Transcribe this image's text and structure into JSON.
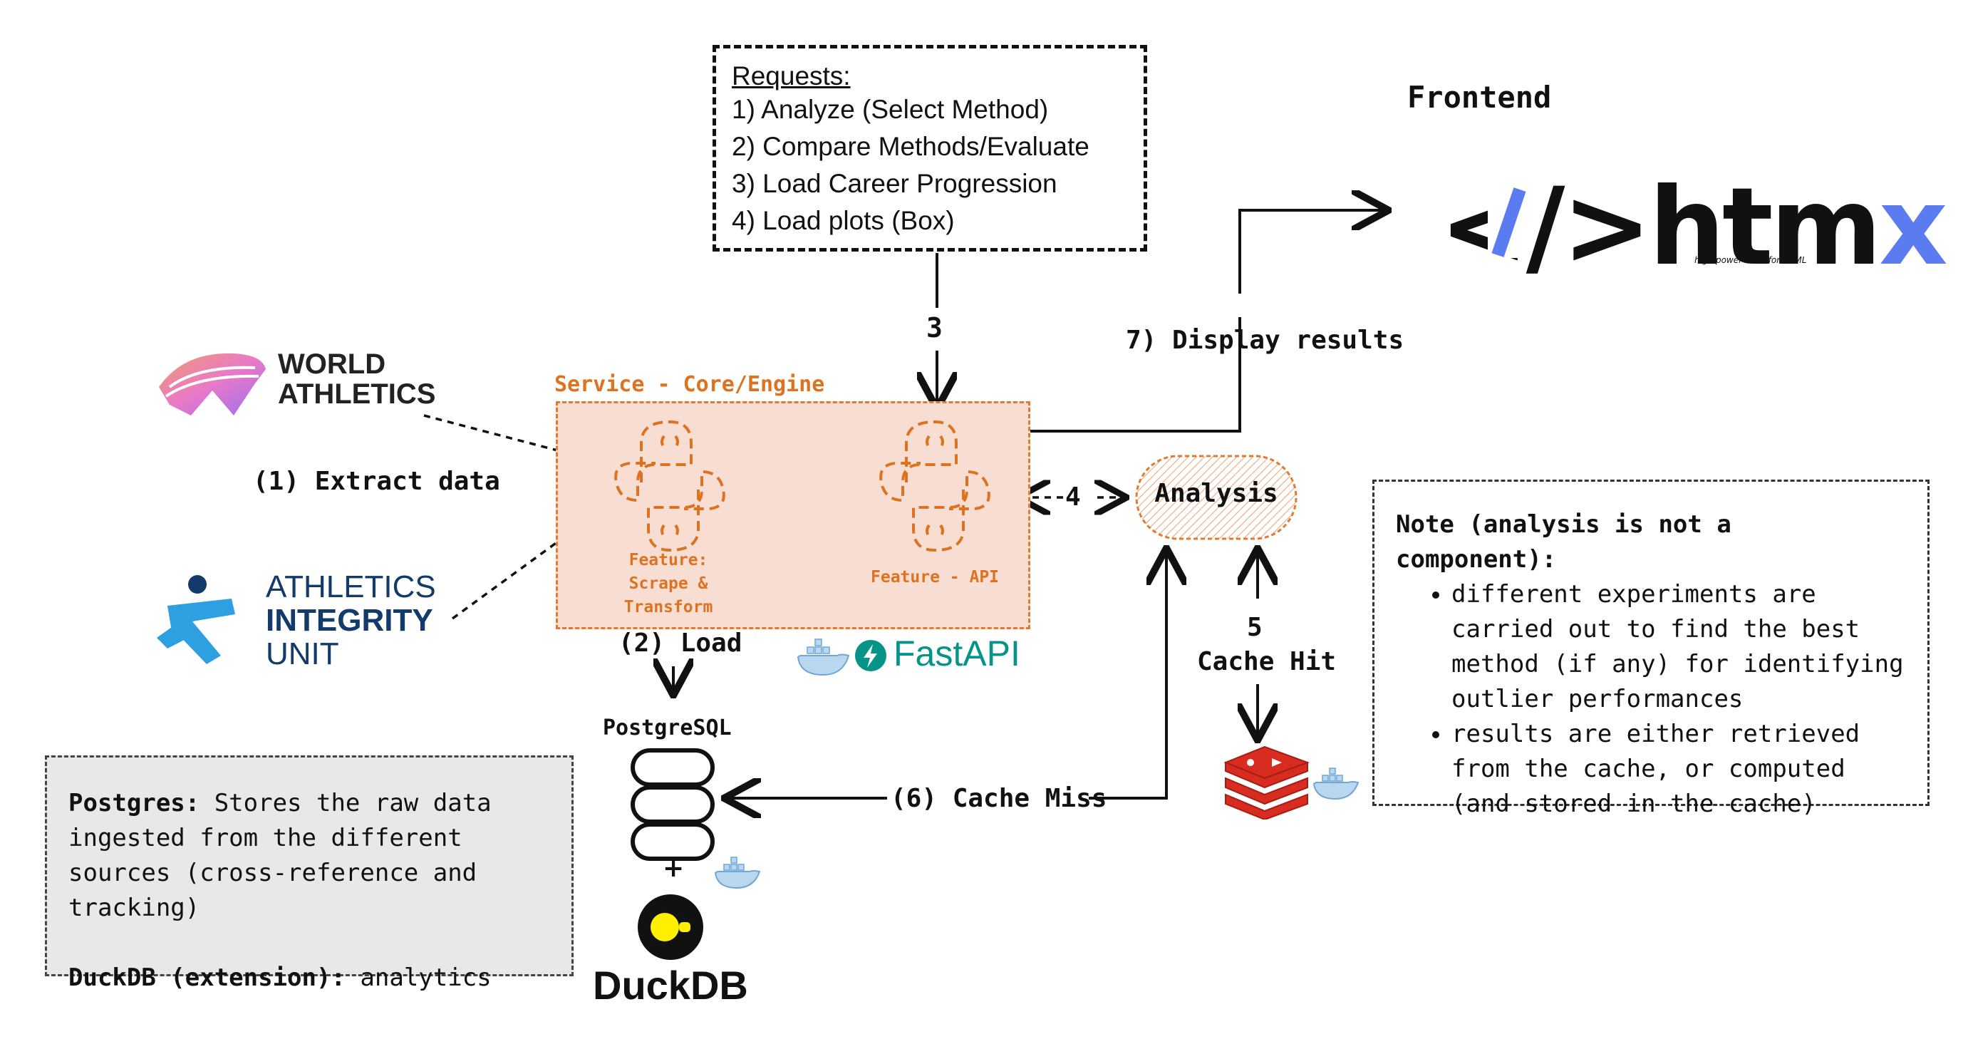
{
  "requests": {
    "title": "Requests:",
    "items": [
      "1) Analyze (Select Method)",
      "2) Compare Methods/Evaluate",
      "3) Load Career Progression",
      "4) Load plots (Box)"
    ]
  },
  "frontend": {
    "label": "Frontend",
    "logo_open": "</",
    "logo_close": ">",
    "logo_text": "htm",
    "logo_x": "x",
    "tagline": "high power tools for HTML"
  },
  "sources": {
    "world_athletics_line1": "WORLD",
    "world_athletics_line2": "ATHLETICS",
    "aiu_line1": "ATHLETICS",
    "aiu_line2": "INTEGRITY",
    "aiu_line3": "UNIT"
  },
  "service": {
    "title": "Service - Core/Engine",
    "feature1_line1": "Feature:",
    "feature1_line2": "Scrape & Transform",
    "feature2": "Feature - API",
    "fastapi": "FastAPI"
  },
  "steps": {
    "extract": "(1) Extract data",
    "load": "(2) Load",
    "three": "3",
    "four": "4",
    "five": "5",
    "cache_hit": "Cache Hit",
    "cache_miss": "(6) Cache Miss",
    "display": "7) Display results"
  },
  "analysis": "Analysis",
  "db": {
    "postgres_label": "PostgreSQL",
    "plus": "+",
    "duckdb_label": "DuckDB"
  },
  "pg_note": {
    "bold1": "Postgres:",
    "text1": " Stores the raw data ingested from the different sources (cross-reference and tracking)",
    "bold2": "DuckDB (extension):",
    "text2": " analytics"
  },
  "note": {
    "title": "Note (analysis is not a component):",
    "bullets": [
      "different experiments are carried out to find the best method (if any) for identifying outlier performances",
      "results are either retrieved from the cache, or computed (and stored in the cache)"
    ]
  },
  "colors": {
    "orange": "#dd7321",
    "service_fill": "#f8ded2",
    "htmx_blue": "#5b7cf0",
    "redis_red": "#d82c20",
    "fastapi_teal": "#059487",
    "aiu_navy": "#123a6b",
    "aiu_blue": "#2e9fe0",
    "duck_yellow": "#fff000"
  }
}
